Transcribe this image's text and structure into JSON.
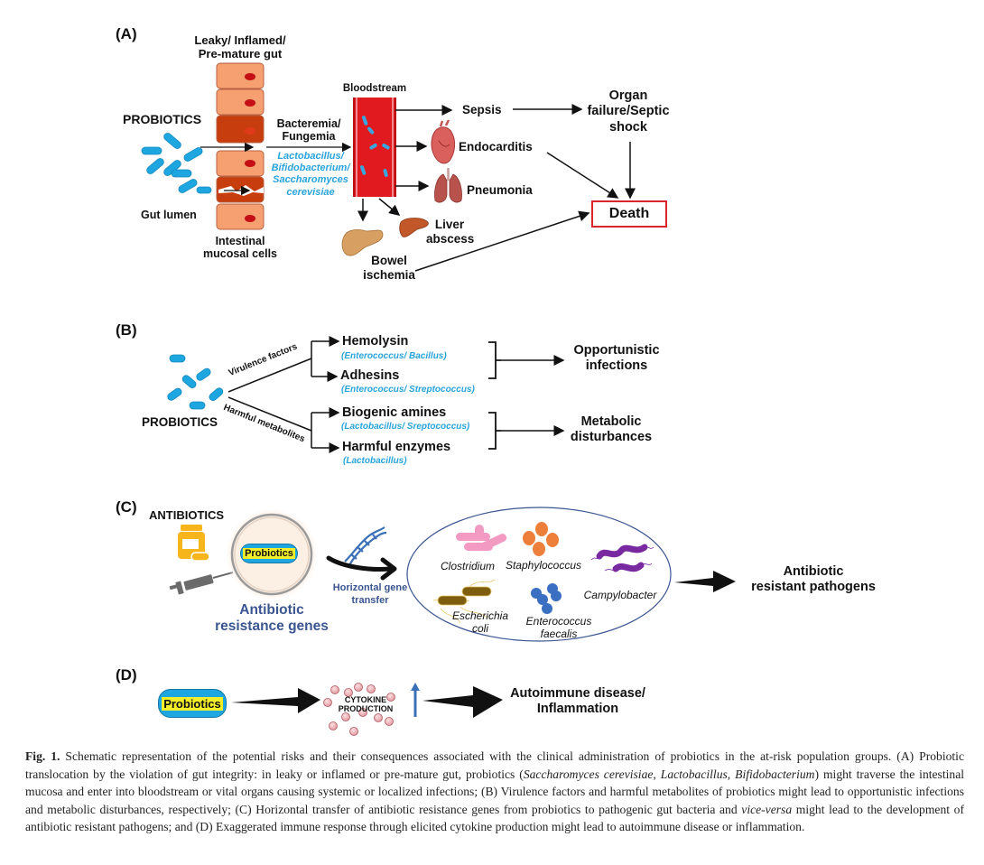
{
  "panel_a": {
    "label": "(A)",
    "gut_title_1": "Leaky/ Inflamed/",
    "gut_title_2": "Pre-mature gut",
    "probiotics": "PROBIOTICS",
    "gut_lumen": "Gut lumen",
    "mucosal_1": "Intestinal",
    "mucosal_2": "mucosal cells",
    "bacteremia_1": "Bacteremia/",
    "bacteremia_2": "Fungemia",
    "species_1": "Lactobacillus/",
    "species_2": "Bifidobacterium/",
    "species_3": "Saccharomyces",
    "species_4": "cerevisiae",
    "bloodstream": "Bloodstream",
    "sepsis": "Sepsis",
    "endocarditis": "Endocarditis",
    "pneumonia": "Pneumonia",
    "liver_1": "Liver",
    "liver_2": "abscess",
    "bowel_1": "Bowel",
    "bowel_2": "ischemia",
    "organ_1": "Organ",
    "organ_2": "failure/Septic",
    "organ_3": "shock",
    "death": "Death"
  },
  "panel_b": {
    "label": "(B)",
    "probiotics": "PROBIOTICS",
    "virulence": "Virulence factors",
    "harmful_metabolites": "Harmful metabolites",
    "hemolysin": "Hemolysin",
    "hemolysin_sp": "(Enterococcus/ Bacillus)",
    "adhesins": "Adhesins",
    "adhesins_sp": "(Enterococcus/ Streptococcus)",
    "biogenic": "Biogenic amines",
    "biogenic_sp": "(Lactobacillus/ Sreptococcus)",
    "enzymes": "Harmful enzymes",
    "enzymes_sp": "(Lactobacillus)",
    "opportunistic_1": "Opportunistic",
    "opportunistic_2": "infections",
    "metabolic_1": "Metabolic",
    "metabolic_2": "disturbances"
  },
  "panel_c": {
    "label": "(C)",
    "antibiotics": "ANTIBIOTICS",
    "probiotics": "Probiotics",
    "arg_1": "Antibiotic",
    "arg_2": "resistance genes",
    "hgt_1": "Horizontal gene",
    "hgt_2": "transfer",
    "clostridium": "Clostridium",
    "staphylococcus": "Staphylococcus",
    "campylobacter": "Campylobacter",
    "ecoli_1": "Escherichia",
    "ecoli_2": "coli",
    "entero_1": "Enterococcus",
    "entero_2": "faecalis",
    "result_1": "Antibiotic",
    "result_2": "resistant pathogens"
  },
  "panel_d": {
    "label": "(D)",
    "probiotics": "Probiotics",
    "cytokine_1": "CYTOKINE",
    "cytokine_2": "PRODUCTION",
    "result_1": "Autoimmune disease/",
    "result_2": "Inflammation"
  },
  "caption": {
    "fig": "Fig. 1.",
    "p1": " Schematic representation of the potential risks and their consequences associated with the clinical administration of probiotics in the at-risk population groups. (A) Probiotic translocation by the violation of gut integrity: in leaky or inflamed or pre-mature gut, probiotics (",
    "i1": "Saccharomyces cerevisiae",
    "p2": ", ",
    "i2": "Lactobacillus",
    "p3": ", ",
    "i3": "Bifidobacterium",
    "p4": ") might traverse the intestinal mucosa and enter into bloodstream or vital organs causing systemic or localized infections; (B) Virulence factors and harmful metabolites of probiotics might lead to opportunistic infections and metabolic disturbances, respectively; (C) Horizontal transfer of antibiotic resistance genes from probiotics to pathogenic gut bacteria and ",
    "i4": "vice-versa",
    "p5": " might lead to the development of antibiotic resistant pathogens; and (D) Exaggerated immune response through elicited cytokine production might lead to autoimmune disease or inflammation."
  },
  "colors": {
    "probiotic_blue": "#1ea6e0",
    "cell_light": "#f6a072",
    "cell_dark": "#c73d0e",
    "nucleus": "#c40f14",
    "blood": "#e01a1f",
    "death_border": "#d8262b",
    "navy_text": "#3b5591"
  }
}
